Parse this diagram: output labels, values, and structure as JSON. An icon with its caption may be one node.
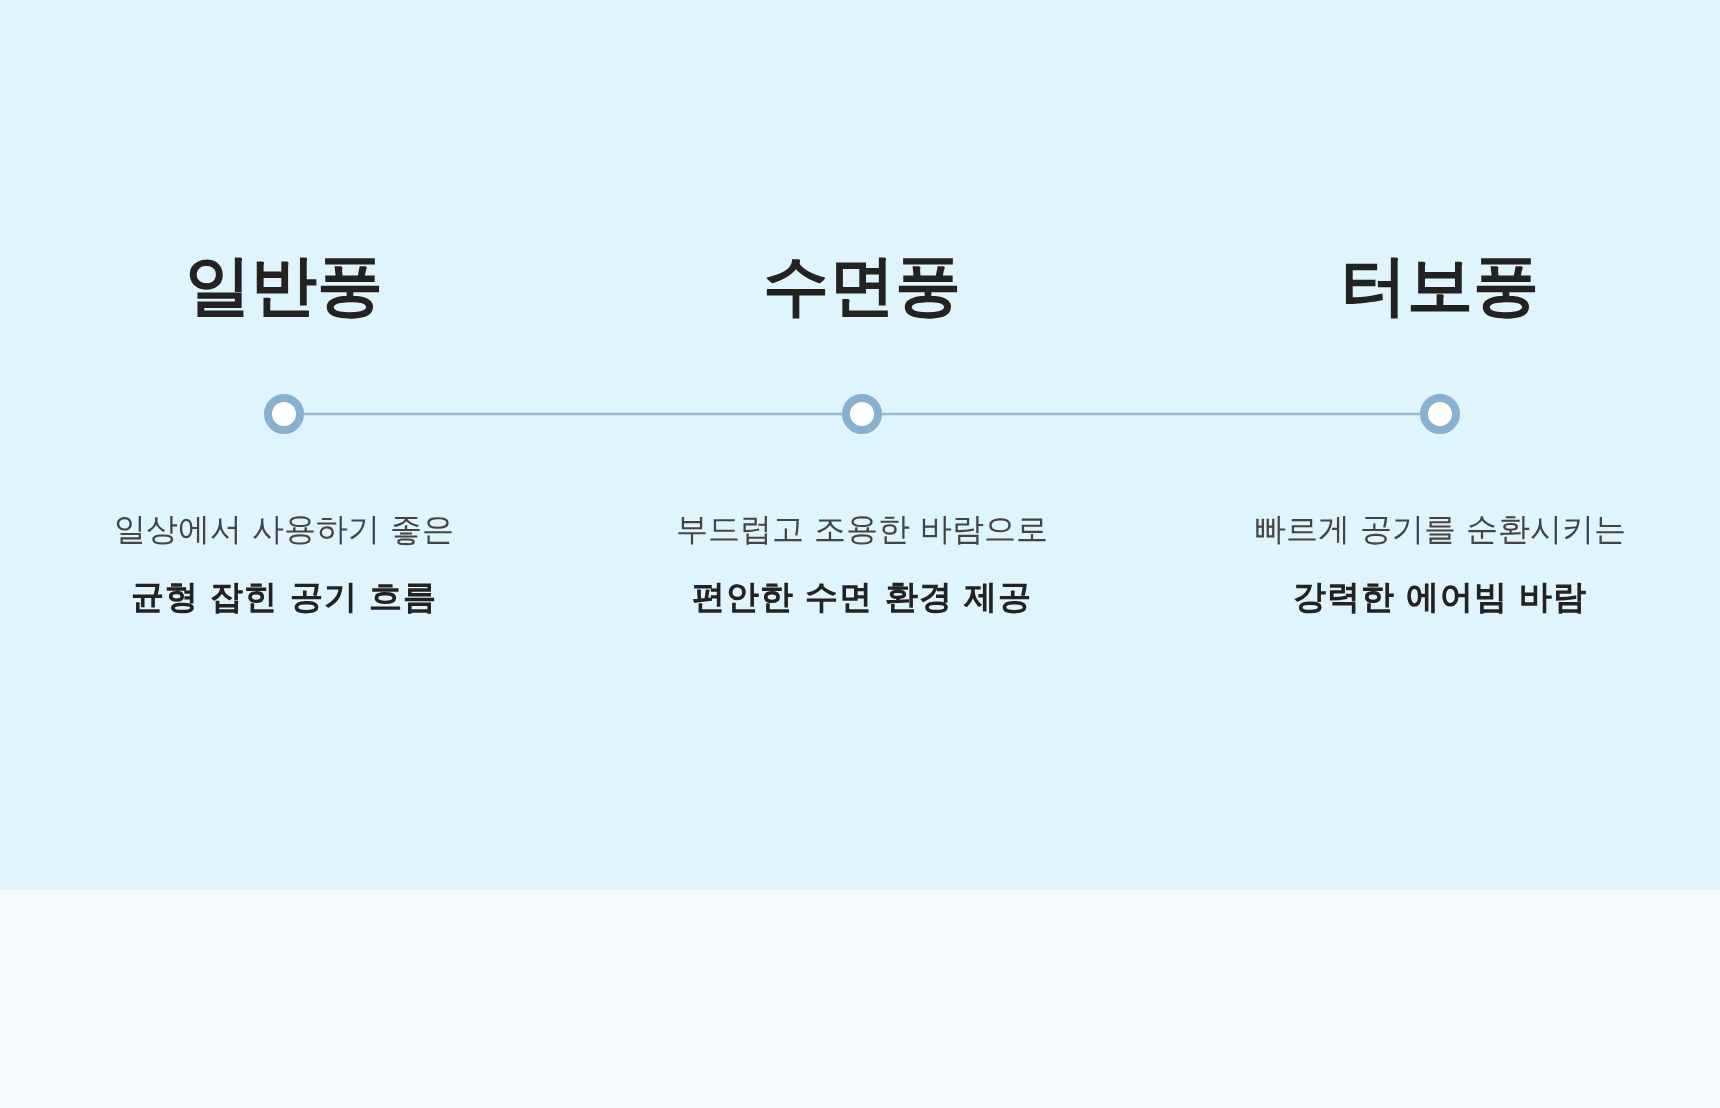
{
  "diagram": {
    "nodes": [
      {
        "text": [],
        "shape": "circle",
        "beside": [
          "일반풍",
          "일상에서 사용하기 좋은",
          "균형 잡힌 공기 흐름"
        ]
      },
      {
        "text": [],
        "shape": "circle",
        "beside": [
          "수면풍",
          "부드럽고 조용한 바람으로",
          "편안한 수면 환경 제공"
        ]
      },
      {
        "text": [],
        "shape": "circle",
        "beside": [
          "터보풍",
          "빠르게 공기를 순환시키는",
          "강력한 에어빔 바람"
        ]
      }
    ],
    "edges": [
      {
        "from": 0,
        "to": 1,
        "arrow": "none"
      },
      {
        "from": 1,
        "to": 2,
        "arrow": "none"
      }
    ]
  }
}
